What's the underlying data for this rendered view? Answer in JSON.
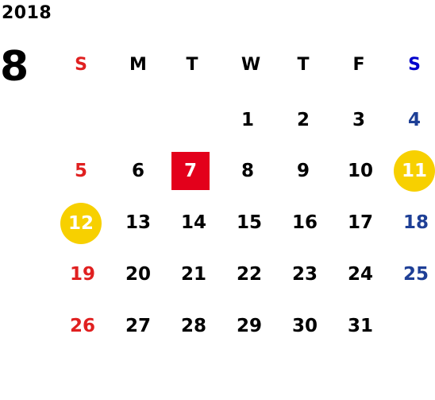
{
  "calendar": {
    "year": "2018",
    "month": "8",
    "weekdays": [
      "S",
      "M",
      "T",
      "W",
      "T",
      "F",
      "S"
    ],
    "weeks": [
      [
        "",
        "",
        "",
        "1",
        "2",
        "3",
        "4"
      ],
      [
        "5",
        "6",
        "7",
        "8",
        "9",
        "10",
        "11"
      ],
      [
        "12",
        "13",
        "14",
        "15",
        "16",
        "17",
        "18"
      ],
      [
        "19",
        "20",
        "21",
        "22",
        "23",
        "24",
        "25"
      ],
      [
        "26",
        "27",
        "28",
        "29",
        "30",
        "31",
        ""
      ]
    ],
    "highlighted_today": "7",
    "holidays": [
      "11",
      "12"
    ],
    "colors": {
      "sunday": "#e02020",
      "saturday_header": "#0000cc",
      "saturday": "#1e3f96",
      "holiday_circle": "#f7d000",
      "today_box": "#e3001b"
    }
  }
}
